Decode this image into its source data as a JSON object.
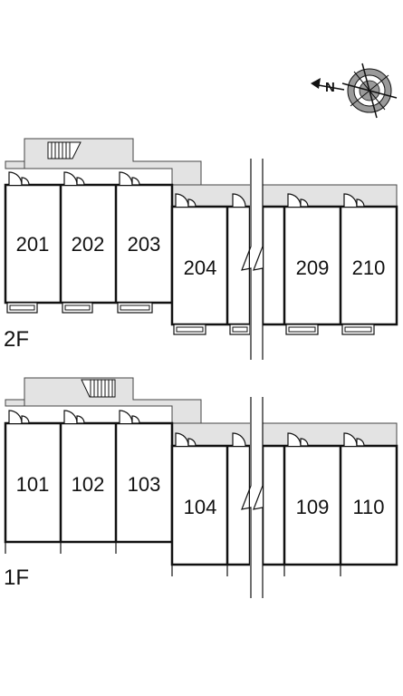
{
  "floors": [
    {
      "label": "2F",
      "rooms": [
        {
          "number": "201"
        },
        {
          "number": "202"
        },
        {
          "number": "203"
        },
        {
          "number": "204"
        },
        {
          "number": "209"
        },
        {
          "number": "210"
        }
      ]
    },
    {
      "label": "1F",
      "rooms": [
        {
          "number": "101"
        },
        {
          "number": "102"
        },
        {
          "number": "103"
        },
        {
          "number": "104"
        },
        {
          "number": "109"
        },
        {
          "number": "110"
        }
      ]
    }
  ],
  "compass": {
    "north_label": "N",
    "icon": "compass-rose-icon"
  },
  "colors": {
    "corridor": "#e3e3e3",
    "wall": "#111111",
    "room_fill": "#ffffff"
  }
}
